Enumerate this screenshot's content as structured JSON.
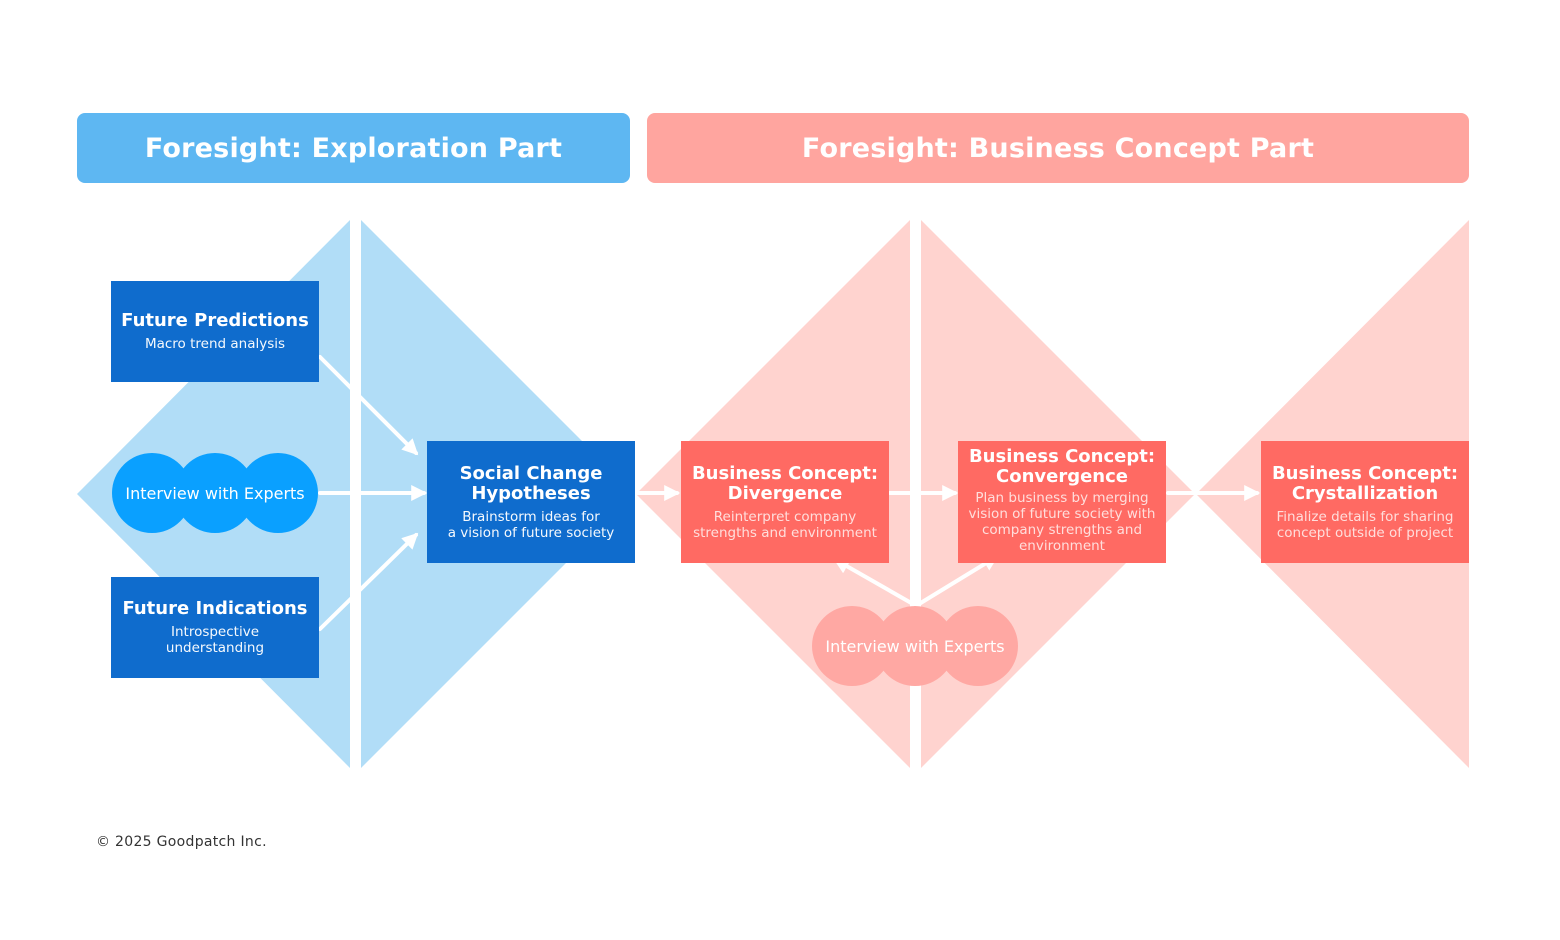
{
  "headers": {
    "exploration": "Foresight: Exploration Part",
    "business": "Foresight: Business Concept Part"
  },
  "nodes": {
    "future_predictions": {
      "title": "Future Predictions",
      "desc": "Macro trend analysis"
    },
    "interview_experts_left": {
      "label": "Interview with Experts"
    },
    "future_indications": {
      "title": "Future Indications",
      "desc_line1": "Introspective",
      "desc_line2": "understanding"
    },
    "social_change": {
      "title_line1": "Social Change",
      "title_line2": "Hypotheses",
      "desc_line1": "Brainstorm ideas for",
      "desc_line2": "a vision of future society"
    },
    "divergence": {
      "title_line1": "Business Concept:",
      "title_line2": "Divergence",
      "desc_line1": "Reinterpret company",
      "desc_line2": "strengths and environment"
    },
    "convergence": {
      "title_line1": "Business Concept:",
      "title_line2": "Convergence",
      "desc_line1": "Plan business by merging",
      "desc_line2": "vision of future society with",
      "desc_line3": "company strengths and",
      "desc_line4": "environment"
    },
    "crystallization": {
      "title_line1": "Business Concept:",
      "title_line2": "Crystallization",
      "desc_line1": "Finalize details for sharing",
      "desc_line2": "concept outside of project"
    },
    "interview_experts_right": {
      "label": "Interview with Experts"
    }
  },
  "footer": {
    "copyright": "© 2025 Goodpatch Inc."
  },
  "colors": {
    "exploration_header": "#5eb7f2",
    "business_header": "#ffa59f",
    "exploration_shape": "#b1ddf7",
    "business_shape": "#ffd3cf",
    "node_blue": "#0f6ccd",
    "node_coral": "#ff6a63",
    "cloud_blue": "#0aa0ff",
    "cloud_pink": "#ffa8a3"
  }
}
